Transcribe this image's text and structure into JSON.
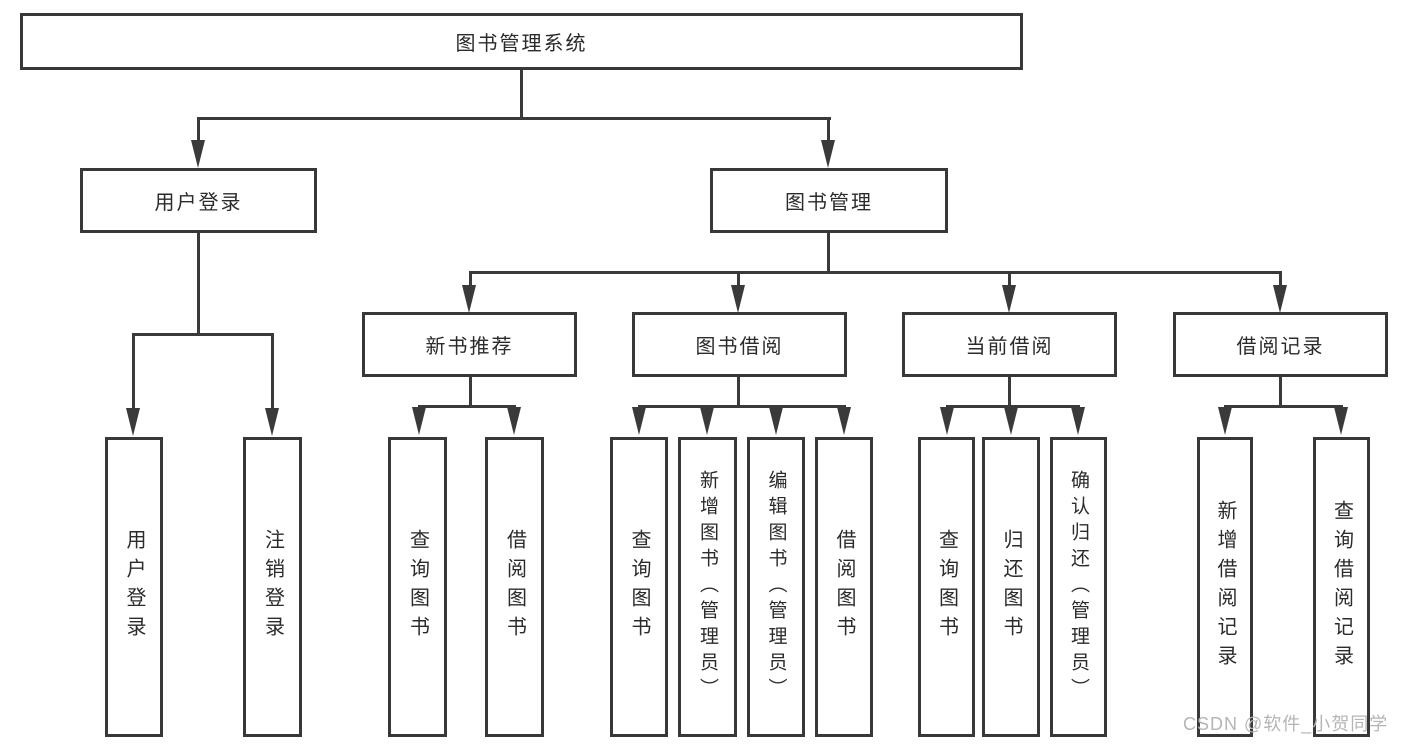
{
  "colors": {
    "line": "#3a3a3a",
    "box_border": "#383838",
    "text": "#2b2b2b",
    "background": "#ffffff",
    "watermark_text": "#b5b5b5"
  },
  "nodes": {
    "root": {
      "label": "图书管理系统"
    },
    "user_login": {
      "label": "用户登录"
    },
    "book_mgmt": {
      "label": "图书管理"
    },
    "new_book_rec": {
      "label": "新书推荐"
    },
    "book_borrow": {
      "label": "图书借阅"
    },
    "current_borrow": {
      "label": "当前借阅"
    },
    "borrow_record": {
      "label": "借阅记录"
    },
    "login_leaf": {
      "label": "用户登录"
    },
    "logout_leaf": {
      "label": "注销登录"
    },
    "rec_query_book": {
      "label": "查询图书"
    },
    "rec_borrow_book": {
      "label": "借阅图书"
    },
    "bb_query_book": {
      "label": "查询图书"
    },
    "bb_add_book": {
      "label": "新增图书（管理员）"
    },
    "bb_edit_book": {
      "label": "编辑图书（管理员）"
    },
    "bb_borrow_book": {
      "label": "借阅图书"
    },
    "cb_query_book": {
      "label": "查询图书"
    },
    "cb_return_book": {
      "label": "归还图书"
    },
    "cb_confirm_return": {
      "label": "确认归还（管理员）"
    },
    "br_add_record": {
      "label": "新增借阅记录"
    },
    "br_query_record": {
      "label": "查询借阅记录"
    }
  },
  "hierarchy": {
    "图书管理系统": {
      "用户登录": [
        "用户登录",
        "注销登录"
      ],
      "图书管理": {
        "新书推荐": [
          "查询图书",
          "借阅图书"
        ],
        "图书借阅": [
          "查询图书",
          "新增图书（管理员）",
          "编辑图书（管理员）",
          "借阅图书"
        ],
        "当前借阅": [
          "查询图书",
          "归还图书",
          "确认归还（管理员）"
        ],
        "借阅记录": [
          "新增借阅记录",
          "查询借阅记录"
        ]
      }
    }
  },
  "watermark": {
    "text": "CSDN @软件_小贺同学"
  }
}
